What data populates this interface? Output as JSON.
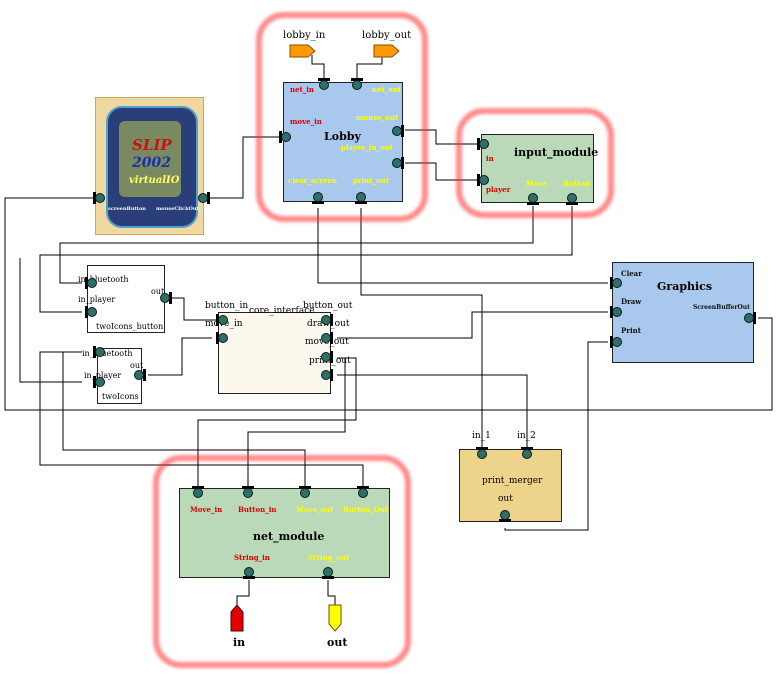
{
  "modules": {
    "lobby": {
      "title": "Lobby",
      "ports": {
        "net_in": "net_in",
        "net_out": "net_out",
        "move_in": "move_in",
        "mouse_out": "mouse_out",
        "player_in_out": "player_in_out",
        "clear_screen": "clear_screen",
        "print_out": "print_out"
      }
    },
    "input_module": {
      "title": "input_module",
      "ports": {
        "in": "in",
        "player": "player",
        "move": "Move",
        "button": "Button"
      }
    },
    "graphics": {
      "title": "Graphics",
      "ports": {
        "clear": "Clear",
        "draw": "Draw",
        "print": "Print",
        "screen_buffer_out": "ScreenBufferOut"
      }
    },
    "core_interface": {
      "title": "core_interface",
      "ports": {
        "button_in": "button_in",
        "move_in": "move_in",
        "button_out": "button_out",
        "draw_out": "draw_out",
        "move_out": "move_out",
        "print_out": "print_out"
      }
    },
    "two_icons_button": {
      "title": "twoIcons_button",
      "ports": {
        "in_bluetooth": "in_bluetooth",
        "in_player": "in_player",
        "out": "out"
      }
    },
    "two_icons": {
      "title": "twoIcons",
      "ports": {
        "in_bluetooth": "in_bluetooth",
        "in_player": "in_player",
        "out": "out"
      }
    },
    "print_merger": {
      "title": "print_merger",
      "ports": {
        "in_1": "in_1",
        "in_2": "in_2",
        "out": "out"
      }
    },
    "net_module": {
      "title": "net_module",
      "ports": {
        "move_in": "Move_in",
        "button_in": "Button_in",
        "move_out": "Move_out",
        "button_out": "Button_Out",
        "string_in": "String_in",
        "string_out": "String_out"
      }
    },
    "virtualio": {
      "brand": "SLIP",
      "year": "2002",
      "name": "virtualIO",
      "ports": {
        "screen_button": "screenButton",
        "mouse_click": "mouseClickOut"
      }
    }
  },
  "terminals": {
    "lobby_in": "lobby_in",
    "lobby_out": "lobby_out",
    "in": "in",
    "out": "out"
  },
  "colors": {
    "blue": "#a8c8ee",
    "green": "#b9d9b9",
    "cream": "#fdf8ee",
    "tan": "#eed38a",
    "red_text": "#e00000",
    "yellow_text": "#ffff00",
    "highlight": "#ff3030"
  }
}
